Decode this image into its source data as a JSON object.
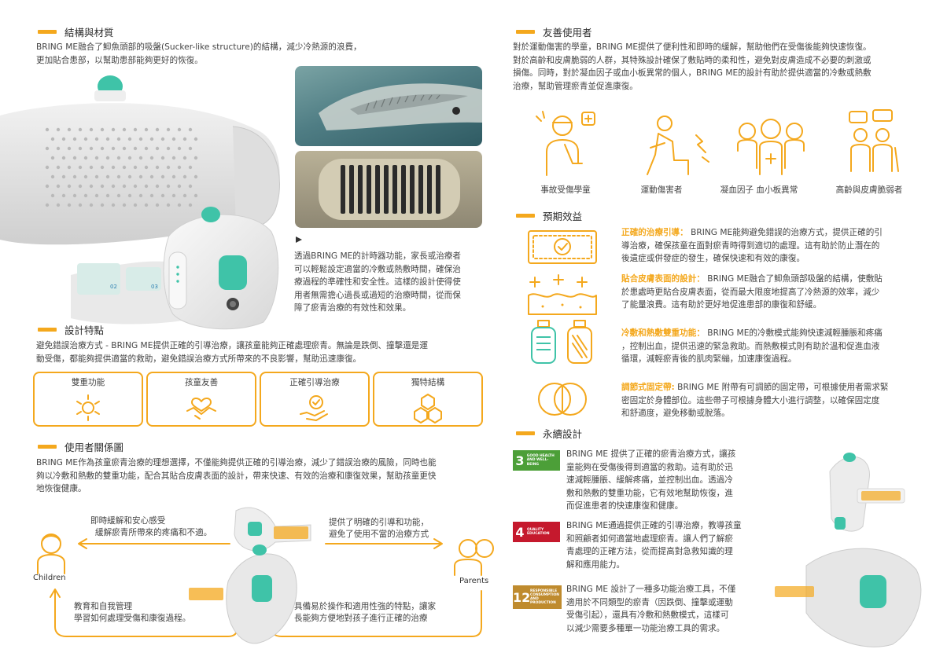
{
  "structure": {
    "heading": "結構與材質",
    "text_line1": "BRING ME融合了鮣魚頭部的吸盤(Sucker-like structure)的結構，減少冷熱源的浪費，",
    "text_line2": "更加貼合患部，以幫助患部能夠更好的恢復。",
    "timer_text": [
      "透過BRING ME的計時器功能，家長或治療者",
      "可以輕鬆設定適當的冷敷或熱敷時間，確保治",
      "療過程的準確性和安全性。這樣的設計使得使",
      "用者無需擔心過長或過短的治療時間，從而保",
      "障了瘀青治療的有效性和效果。"
    ],
    "pack_labels": [
      "02",
      "03"
    ]
  },
  "design": {
    "heading": "設計特點",
    "text_line1": "避免錯誤治療方式 - BRING ME提供正確的引導治療，讓孩童能夠正確處理瘀青。無論是跌倒、撞擊還是運",
    "text_line2": "動受傷，都能夠提供適當的救助，避免錯誤治療方式所帶來的不良影響，幫助迅速康復。",
    "features": [
      {
        "label": "雙重功能",
        "icon": "hot-cold-icon"
      },
      {
        "label": "孩童友善",
        "icon": "handshake-icon"
      },
      {
        "label": "正確引導治療",
        "icon": "care-hand-icon"
      },
      {
        "label": "獨特結構",
        "icon": "hexagon-icon"
      }
    ]
  },
  "relation": {
    "heading": "使用者關係圖",
    "text": [
      "BRING ME作為孩童瘀青治療的理想選擇，不僅能夠提供正確的引導治療，減少了錯誤治療的風險，同時也能",
      "夠以冷敷和熱敷的雙重功能，配合其貼合皮膚表面的設計，帶來快速、有效的治療和康復效果，幫助孩童更快",
      "地恢復健康。"
    ],
    "children_label": "Children",
    "parents_label": "Parents",
    "top_left": [
      "即時緩解和安心感受",
      "緩解瘀青所帶來的疼痛和不適。"
    ],
    "top_right": [
      "提供了明確的引導和功能，",
      "避免了使用不當的治療方式"
    ],
    "bottom_left": [
      "教育和自我管理",
      "學習如何處理受傷和康復過程。"
    ],
    "bottom_right": [
      "具備易於操作和適用性強的特點，讓家",
      "長能夠方便地對孩子進行正確的治療"
    ]
  },
  "friendly": {
    "heading": "友善使用者",
    "text": [
      "對於運動傷害的學童，BRING ME提供了便利性和即時的緩解，幫助他們在受傷後能夠快速恢復。",
      "對於高齡和皮膚脆弱的人群，其特殊設計確保了敷貼時的柔和性，避免對皮膚造成不必要的刺激或",
      "損傷。同時，對於凝血因子或血小板異常的個人，BRING ME的設計有助於提供適當的冷敷或熱敷",
      "治療，幫助管理瘀青並促進康復。"
    ],
    "users": [
      {
        "label": "事故受傷學童",
        "icon": "injured-student-icon"
      },
      {
        "label": "運動傷害者",
        "icon": "sports-injury-icon"
      },
      {
        "label": "凝血因子 血小板異常",
        "icon": "blood-disorder-icon"
      },
      {
        "label": "高齡與皮膚脆弱者",
        "icon": "elderly-icon"
      }
    ]
  },
  "benefits": {
    "heading": "預期效益",
    "items": [
      {
        "title": "正確的治療引導：",
        "lines": [
          " BRING ME能夠避免錯誤的治療方式，提供正確的引",
          "導治療，確保孩童在面對瘀青時得到適切的處理。這有助於防止潛在的",
          "後遺症或併發症的發生，確保快速和有效的康復。"
        ]
      },
      {
        "title": "貼合皮膚表面的設計：",
        "lines": [
          " BRING ME融合了鮣魚頭部吸盤的結構，使敷貼",
          "於患處時更貼合皮膚表面，從而最大限度地提高了冷熱源的效率，減少",
          "了能量浪費。這有助於更好地促進患部的康復和舒緩。"
        ]
      },
      {
        "title": "冷敷和熱敷雙重功能：",
        "lines": [
          " BRING ME的冷敷模式能夠快速減輕腫脹和疼痛",
          "，控制出血，提供迅速的緊急救助。而熱敷模式則有助於溫和促進血液",
          "循環，減輕瘀青後的肌肉緊繃，加速康復過程。"
        ]
      },
      {
        "title": "調節式固定帶:",
        "lines": [
          " BRING ME 附帶有可調節的固定帶，可根據使用者需求緊",
          "密固定於身體部位。這些帶子可根據身體大小進行調整，以確保固定度",
          "和舒適度，避免移動或脫落。"
        ]
      }
    ]
  },
  "sustain": {
    "heading": "永續設計",
    "goals": [
      {
        "num": "3",
        "title": [
          "GOOD HEALTH",
          "AND WELL-BEING"
        ],
        "color": "#4c9f38",
        "lines": [
          "BRING ME 提供了正確的瘀青治療方式，讓孩",
          "童能夠在受傷後得到適當的救助。這有助於迅",
          "速減輕腫脹、緩解疼痛，並控制出血。透過冷",
          "敷和熱敷的雙重功能，它有效地幫助恢復，進",
          "而促進患者的快速康復和健康。"
        ]
      },
      {
        "num": "4",
        "title": [
          "QUALITY",
          "EDUCATION"
        ],
        "color": "#c5192d",
        "lines": [
          "BRING ME通過提供正確的引導治療，教導孩童",
          "和照顧者如何適當地處理瘀青。讓人們了解瘀",
          "青處理的正確方法，從而提高對急救知識的理",
          "解和應用能力。"
        ]
      },
      {
        "num": "12",
        "title": [
          "RESPONSIBLE",
          "CONSUMPTION",
          "AND PRODUCTION"
        ],
        "color": "#bf8b2e",
        "lines": [
          "BRING ME 設計了一種多功能治療工具，不僅",
          "適用於不同類型的瘀青（因跌倒、撞擊或運動",
          "受傷引起），還具有冷敷和熱敷模式，這樣可",
          "以減少需要多種單一功能治療工具的需求。"
        ]
      }
    ]
  },
  "colors": {
    "accent": "#f4a81d",
    "teal": "#3fc3a8",
    "fabric": "#e6e6e6"
  }
}
